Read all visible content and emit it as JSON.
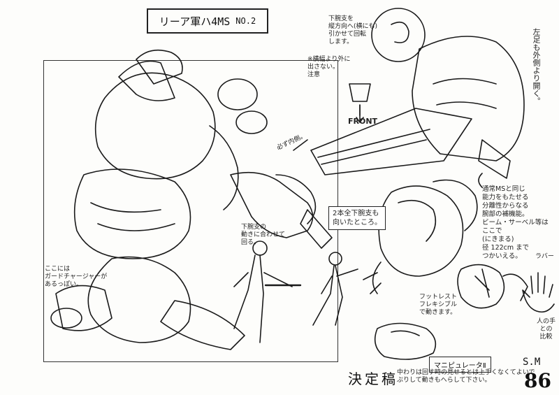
{
  "title": {
    "main": "リーア軍ハ4MS",
    "number": "NO.2"
  },
  "notes": {
    "top_small": "下腕支を\n縦方向へ(横にも)\n引かせて回転\nします。",
    "center_width": "※横幅より外に\n出さない。\n注意",
    "front": "FRONT",
    "left_foot": "左足も外側より開く。",
    "arrow_inner": "必ず内側。",
    "forearm_box": "2本全下腕支も\n向いたところ。",
    "forearm_rotate": "下腕支の\n動きに合わせて\n回る。",
    "left_side": "ここには\nガードチャージャーが\nあるっぽい。",
    "right_block": "通常MSと同じ\n能力をもたせる\n分離性からなる\n腕部の補機能。\nビーム・サーベル等は\nここで\n(にきまる)\n径 122cm まで\nつかいえる。",
    "rubber": "ラバー",
    "hand_compare": "人の手\nとの\n比較",
    "hand_note": "フットレスト\nフレキシブル\nで動きます。",
    "bottom_note": "中わりは回す時の見せるとは上手くなくてよいで\nぷりして動きもへらして下さい。",
    "manipulator": "マニピュレータⅡ",
    "decision": "決定稿",
    "initials": "S.M",
    "page_number": "86"
  },
  "colors": {
    "ink": "#1a1a1a",
    "paper": "#fdfdfb"
  }
}
